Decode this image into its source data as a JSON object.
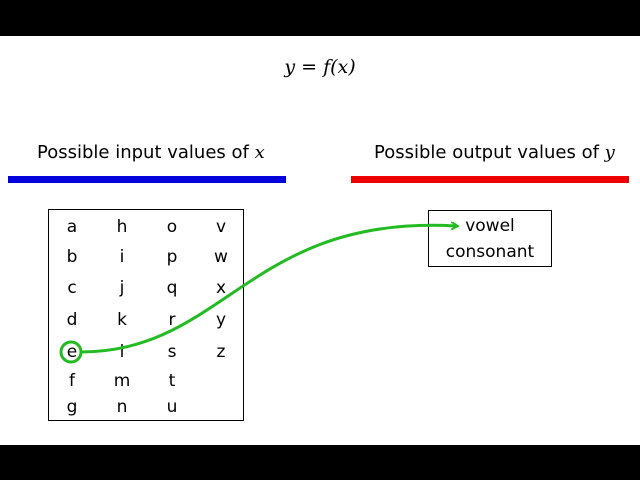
{
  "equation": "y = f(x)",
  "input_heading": {
    "text": "Possible input values of",
    "variable": "x"
  },
  "output_heading": {
    "text": "Possible output values of",
    "variable": "y"
  },
  "colors": {
    "input_bar": "#0000dd",
    "output_bar": "#ee0000",
    "mapping": "#22bb22"
  },
  "input_columns": [
    [
      "a",
      "b",
      "c",
      "d",
      "e",
      "f",
      "g"
    ],
    [
      "h",
      "i",
      "j",
      "k",
      "l",
      "m",
      "n"
    ],
    [
      "o",
      "p",
      "q",
      "r",
      "s",
      "t",
      "u"
    ],
    [
      "v",
      "w",
      "x",
      "y",
      "z"
    ]
  ],
  "output_values": [
    "vowel",
    "consonant"
  ],
  "mapping": {
    "from": "e",
    "to": "vowel"
  }
}
